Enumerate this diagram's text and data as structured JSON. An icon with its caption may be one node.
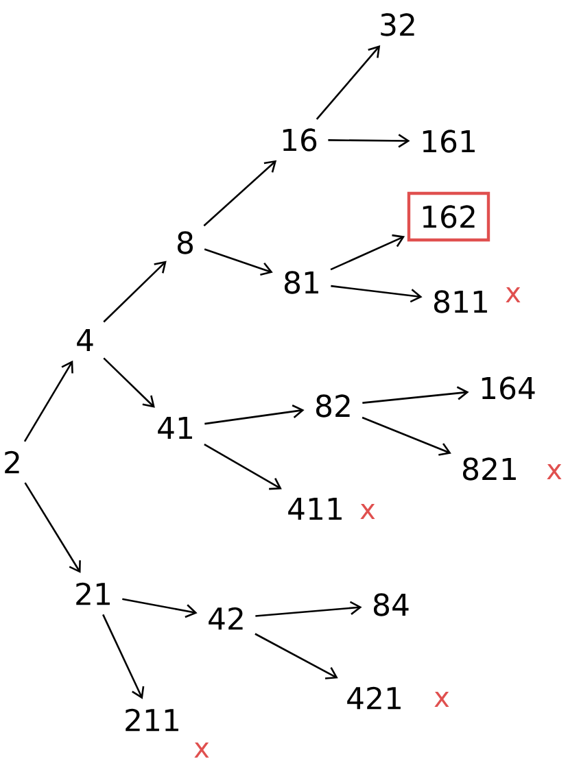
{
  "diagram": {
    "nodes": [
      {
        "text": [
          "2"
        ]
      },
      {
        "text": [
          "4"
        ]
      },
      {
        "text": [
          "21"
        ]
      },
      {
        "text": [
          "8"
        ]
      },
      {
        "text": [
          "41"
        ]
      },
      {
        "text": [
          "16"
        ]
      },
      {
        "text": [
          "81"
        ]
      },
      {
        "text": [
          "32"
        ]
      },
      {
        "text": [
          "161"
        ]
      },
      {
        "text": [],
        "shape": "box"
      },
      {
        "text": [
          "162"
        ],
        "in": 9
      },
      {
        "text": [
          "811"
        ],
        "beside": [
          "x"
        ]
      },
      {
        "text": [
          "82"
        ]
      },
      {
        "text": [
          "164"
        ]
      },
      {
        "text": [
          "821"
        ],
        "beside": [
          "x"
        ]
      },
      {
        "text": [
          "411"
        ],
        "beside": [
          "x"
        ]
      },
      {
        "text": [
          "42"
        ]
      },
      {
        "text": [
          "84"
        ]
      },
      {
        "text": [
          "421"
        ],
        "beside": [
          "x"
        ]
      },
      {
        "text": [
          "211"
        ],
        "beside": [
          "x"
        ]
      }
    ],
    "edges": [
      {
        "from": 0,
        "to": 1,
        "arrow": "to"
      },
      {
        "from": 0,
        "to": 2,
        "arrow": "to"
      },
      {
        "from": 1,
        "to": 3,
        "arrow": "to"
      },
      {
        "from": 1,
        "to": 4,
        "arrow": "to"
      },
      {
        "from": 3,
        "to": 5,
        "arrow": "to"
      },
      {
        "from": 3,
        "to": 6,
        "arrow": "to"
      },
      {
        "from": 5,
        "to": 7,
        "arrow": "to"
      },
      {
        "from": 5,
        "to": 8,
        "arrow": "to"
      },
      {
        "from": 6,
        "to": 9,
        "arrow": "to"
      },
      {
        "from": 6,
        "to": 11,
        "arrow": "to"
      },
      {
        "from": 4,
        "to": 12,
        "arrow": "to"
      },
      {
        "from": 4,
        "to": 15,
        "arrow": "to"
      },
      {
        "from": 12,
        "to": 13,
        "arrow": "to"
      },
      {
        "from": 12,
        "to": 14,
        "arrow": "to"
      },
      {
        "from": 2,
        "to": 16,
        "arrow": "to"
      },
      {
        "from": 2,
        "to": 19,
        "arrow": "to"
      },
      {
        "from": 16,
        "to": 17,
        "arrow": "to"
      },
      {
        "from": 16,
        "to": 18,
        "arrow": "to"
      }
    ]
  }
}
